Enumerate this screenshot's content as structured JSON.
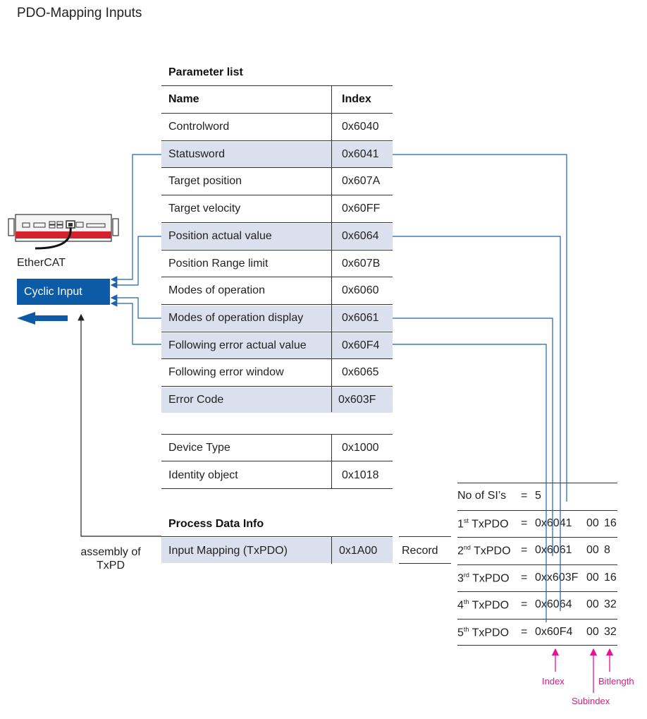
{
  "title": "PDO-Mapping Inputs",
  "parameter_list": {
    "heading": "Parameter list",
    "col_name": "Name",
    "col_index": "Index",
    "rows": [
      {
        "name": "Controlword",
        "index": "0x6040",
        "highlight": false
      },
      {
        "name": "Statusword",
        "index": "0x6041",
        "highlight": true
      },
      {
        "name": "Target position",
        "index": "0x607A",
        "highlight": false
      },
      {
        "name": "Target velocity",
        "index": "0x60FF",
        "highlight": false
      },
      {
        "name": "Position actual value",
        "index": "0x6064",
        "highlight": true
      },
      {
        "name": "Position Range limit",
        "index": "0x607B",
        "highlight": false
      },
      {
        "name": "Modes of operation",
        "index": "0x6060",
        "highlight": false
      },
      {
        "name": "Modes of operation display",
        "index": "0x6061",
        "highlight": true
      },
      {
        "name": "Following error actual value",
        "index": "0x60F4",
        "highlight": true
      },
      {
        "name": "Following error window",
        "index": "0x6065",
        "highlight": false
      },
      {
        "name": "Error Code",
        "index": "0x603F",
        "highlight": true
      }
    ],
    "extra_rows": [
      {
        "name": "Device Type",
        "index": "0x1000"
      },
      {
        "name": "Identity object",
        "index": "0x1018"
      }
    ]
  },
  "process_data": {
    "heading": "Process Data Info",
    "name": "Input Mapping (TxPDO)",
    "index": "0x1A00",
    "type": "Record"
  },
  "device": {
    "label": "EtherCAT",
    "cyclic_label": "Cyclic Input",
    "assembly_line1": "assembly of",
    "assembly_line2": "TxPD"
  },
  "txpdo": {
    "count_label": "No of SI’s",
    "count_value": "5",
    "rows": [
      {
        "num": "1",
        "sup": "st",
        "suffix": " TxPDO",
        "index": "0x6041",
        "sub": "00",
        "bits": "16"
      },
      {
        "num": "2",
        "sup": "nd",
        "suffix": " TxPDO",
        "index": "0x6061",
        "sub": "00",
        "bits": "8"
      },
      {
        "num": "3",
        "sup": "rd",
        "suffix": " TxPDO",
        "index": "0xx603F",
        "sub": "00",
        "bits": "16"
      },
      {
        "num": "4",
        "sup": "th",
        "suffix": " TxPDO",
        "index": "0x6064",
        "sub": "00",
        "bits": "32"
      },
      {
        "num": "5",
        "sup": "th",
        "suffix": " TxPDO",
        "index": "0x60F4",
        "sub": "00",
        "bits": "32"
      }
    ],
    "equals": "="
  },
  "legend": {
    "index": "Index",
    "subindex": "Subindex",
    "bitlength": "Bitlength"
  },
  "colors": {
    "accent_blue": "#0d5aa7",
    "line_blue": "#1b62b0",
    "highlight_row": "#dbe0ef",
    "legend_pink": "#e6148c",
    "device_red": "#d4232e"
  }
}
